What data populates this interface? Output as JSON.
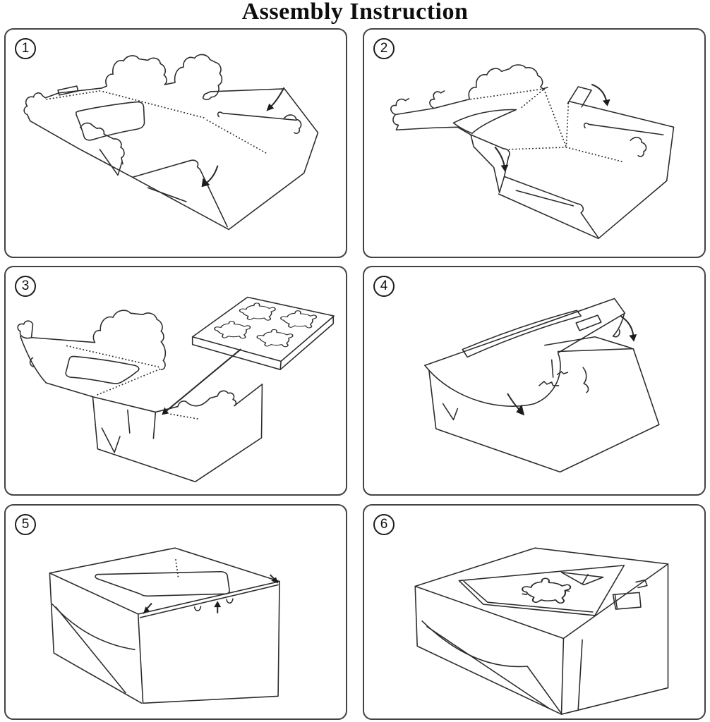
{
  "title": "Assembly Instruction",
  "panels": [
    {
      "number": "1",
      "alt": "flat unfolded box blank with dotted fold creases, window cutout, handle slits and two curved fold arrows"
    },
    {
      "number": "2",
      "alt": "box blank with side walls folded up, locking tab flaps, handle slit wall and two curved fold arrows"
    },
    {
      "number": "3",
      "alt": "open box base with lid folded back while four-cavity cupcake insert tray is lowered in along a straight arrow"
    },
    {
      "number": "4",
      "alt": "window lid closing down over the box with insert inside, shown with two curved fold arrows"
    },
    {
      "number": "5",
      "alt": "closed box with top window and dotted centre line, small arrows pressing the front tuck tabs into the rim"
    },
    {
      "number": "6",
      "alt": "finished box with top window showing insert cavity and fold-out side carry handle"
    }
  ]
}
